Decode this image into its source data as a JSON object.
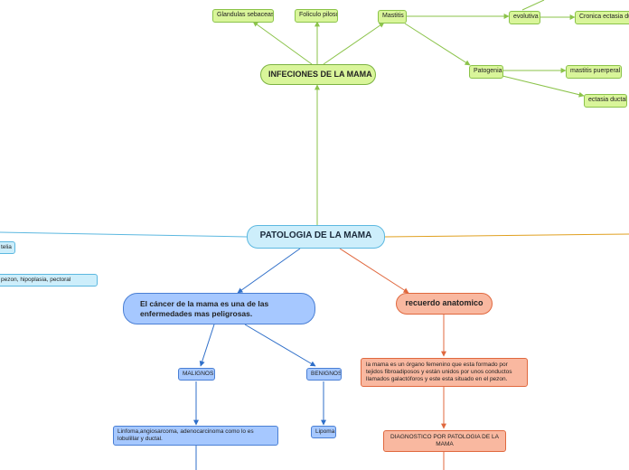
{
  "root": "PATOLOGIA DE LA MAMA",
  "infecciones": {
    "title": "INFECIONES DE LA MAMA",
    "glandulas": "Glandulas sebaceas",
    "foliculo": "Foliculo piloso",
    "mastitis": "Mastitis",
    "evolutiva": "evolutiva",
    "cronica": "Cronica ectasia ductal",
    "patogenia": "Patogenia",
    "puerperal": "mastitis puerperal",
    "ectasia": "ectasia ductal"
  },
  "left_cut": {
    "item1": "telia",
    "item2": "pezon, hipoplasia, pectoral"
  },
  "cancer": {
    "title": "El cáncer de la mama es una de las enfermedades mas peligrosas.",
    "malignos": "MALIGNOS",
    "benignos": "BENIGNOS",
    "malignos_desc": "Linfoma,angiosarcoma, adenocarcinoma como lo es lobulillar y ductal.",
    "lipoma": "Lipoma"
  },
  "anatomico": {
    "title": "recuerdo anatomico",
    "desc": "la mama es un órgano femenino que esta formado por tejidos fibroadiposos y están unidos por unos conductos llamados galactóforos y este esta situado en el pezon.",
    "diagnostico": "DIAGNOSTICO POR PATOLOGIA DE LA MAMA"
  },
  "colors": {
    "green": "#8bc34a",
    "cyan": "#5cb8e0",
    "blue": "#2f6fc9",
    "orange": "#e0683e",
    "gold": "#e0a020"
  }
}
